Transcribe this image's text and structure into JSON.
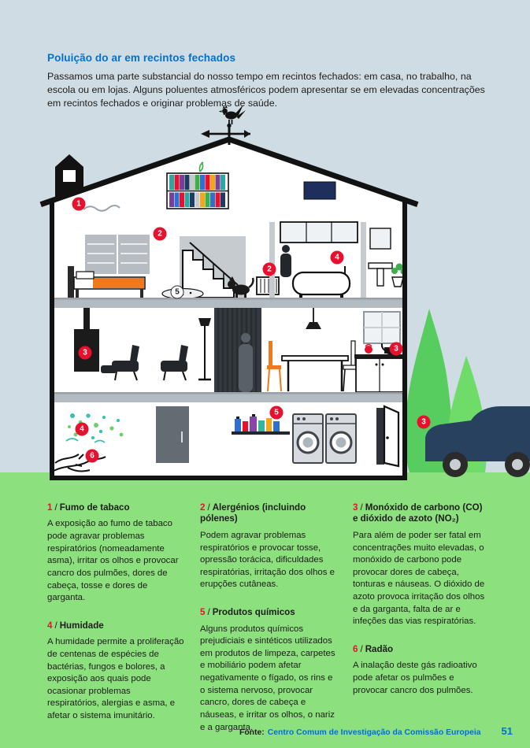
{
  "colors": {
    "accent_blue": "#0072CE",
    "badge_red": "#E8112D",
    "ground_green": "#8DE07E",
    "sky_blue": "#CFDCE4"
  },
  "meta": {
    "separator": "/"
  },
  "header": {
    "title": "Poluição do ar em recintos fechados",
    "intro": "Passamos uma parte substancial do nosso tempo em recintos fechados: em casa, no trabalho, na escola ou em lojas. Alguns poluentes atmosféricos podem apresentar se em elevadas concentrações em recintos fechados e originar problemas de saúde."
  },
  "markers": [
    "1",
    "2",
    "2",
    "4",
    "5",
    "3",
    "3",
    "4",
    "5",
    "6",
    "3"
  ],
  "sections": [
    {
      "num": "1",
      "title": "Fumo de tabaco",
      "body": "A exposição ao fumo de tabaco pode agravar problemas respiratórios (nomeadamente asma), irritar os olhos e provocar cancro dos pulmões, dores de cabeça, tosse e dores de garganta."
    },
    {
      "num": "2",
      "title": "Alergénios (incluindo pólenes)",
      "body": "Podem agravar problemas respiratórios e provocar tosse, opressão torácica, dificuldades respiratórias, irritação dos olhos e erupções cutâneas."
    },
    {
      "num": "3",
      "title": "Monóxido de carbono (CO) e dióxido de azoto (NO₂)",
      "body": "Para além de poder ser fatal em concentrações muito elevadas, o monóxido de carbono pode provocar dores de cabeça, tonturas e náuseas. O dióxido de azoto provoca irritação dos olhos e da garganta, falta de ar e infeções das vias respiratórias."
    },
    {
      "num": "4",
      "title": "Humidade",
      "body": "A humidade permite a proliferação de centenas de espécies de bactérias, fungos e bolores, a exposição aos quais pode ocasionar problemas respiratórios, alergias e asma, e afetar o sistema imunitário."
    },
    {
      "num": "5",
      "title": "Produtos químicos",
      "body": "Alguns produtos químicos prejudiciais e sintéticos utilizados em produtos de limpeza, carpetes e mobiliário podem afetar negativamente o fígado, os rins e o sistema nervoso, provocar cancro, dores de cabeça e náuseas, e irritar os olhos, o nariz e a garganta."
    },
    {
      "num": "6",
      "title": "Radão",
      "body": "A inalação deste gás radioativo pode afetar os pulmões e provocar cancro dos pulmões."
    }
  ],
  "footer": {
    "source_label": "Fonte:",
    "source_text": "Centro Comum de Investigação da Comissão Europeia",
    "page_number": "51"
  }
}
